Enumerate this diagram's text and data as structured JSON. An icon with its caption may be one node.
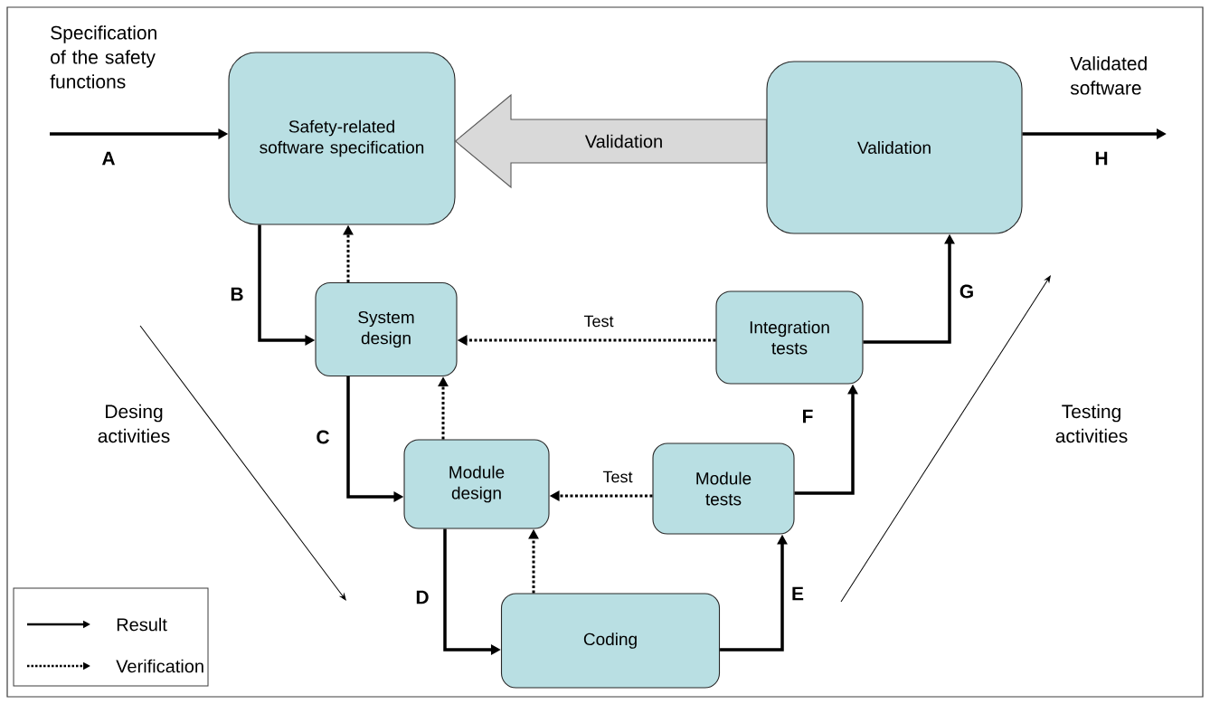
{
  "diagram": {
    "nodes": [
      {
        "text": [
          "Safety-related software specification"
        ]
      },
      {
        "text": [
          "Validation"
        ]
      },
      {
        "text": [
          "System design"
        ]
      },
      {
        "text": [
          "Integration tests"
        ]
      },
      {
        "text": [
          "Module design"
        ]
      },
      {
        "text": [
          "Module tests"
        ]
      },
      {
        "text": [
          "Coding"
        ]
      }
    ],
    "edges": [
      {
        "from": null,
        "to": 0,
        "arrow": "to",
        "label": "A"
      },
      {
        "from": 0,
        "to": 2,
        "arrow": "to",
        "label": "B"
      },
      {
        "from": 2,
        "to": 0,
        "arrow": "to",
        "style": "dashed"
      },
      {
        "from": 2,
        "to": 4,
        "arrow": "to",
        "label": "C"
      },
      {
        "from": 4,
        "to": 2,
        "arrow": "to",
        "style": "dashed"
      },
      {
        "from": 4,
        "to": 6,
        "arrow": "to",
        "label": "D"
      },
      {
        "from": 6,
        "to": 4,
        "arrow": "to",
        "style": "dashed"
      },
      {
        "from": 6,
        "to": 5,
        "arrow": "to",
        "label": "E"
      },
      {
        "from": 5,
        "to": 3,
        "arrow": "to",
        "label": "F"
      },
      {
        "from": 3,
        "to": 1,
        "arrow": "to",
        "label": "G"
      },
      {
        "from": 1,
        "to": null,
        "arrow": "to",
        "label": "H"
      },
      {
        "from": 3,
        "to": 2,
        "arrow": "to",
        "style": "dashed",
        "label": "Test"
      },
      {
        "from": 5,
        "to": 4,
        "arrow": "to",
        "style": "dashed",
        "label": "Test"
      },
      {
        "from": 1,
        "to": 0,
        "arrow": "to",
        "style": "thick",
        "color": "#d9d9d9",
        "label": "Validation"
      }
    ],
    "labels": [
      "Specification of the safety functions",
      "Validated software",
      "Desing activities",
      "Testing activities"
    ],
    "legend": [
      {
        "text": "Result"
      },
      {
        "text": "Verification"
      }
    ]
  }
}
